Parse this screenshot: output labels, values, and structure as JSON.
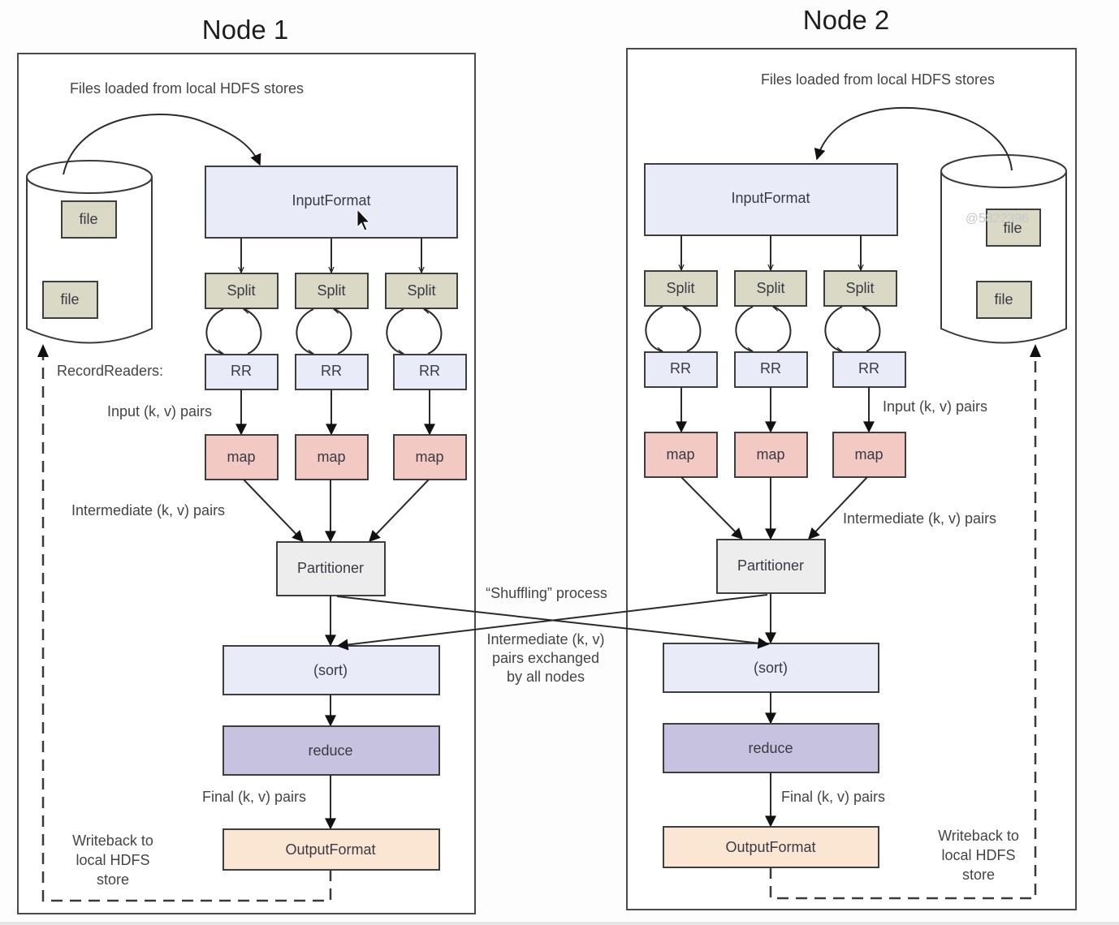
{
  "colors": {
    "input_format": "#e9ecf8",
    "split": "#d9d9c6",
    "file": "#d9d9c6",
    "record_reader": "#e9ecf8",
    "map": "#f3c9c4",
    "partitioner": "#ededed",
    "sort": "#e9ecf8",
    "reduce": "#c7c2df",
    "output_format": "#fbe6d4"
  },
  "node1": {
    "title": "Node 1",
    "files_loaded_label": "Files loaded from local HDFS stores",
    "files": [
      "file",
      "file"
    ],
    "input_format": "InputFormat",
    "splits": [
      "Split",
      "Split",
      "Split"
    ],
    "record_readers_label": "RecordReaders:",
    "record_readers": [
      "RR",
      "RR",
      "RR"
    ],
    "input_pairs_label": "Input (k, v) pairs",
    "maps": [
      "map",
      "map",
      "map"
    ],
    "intermediate_label": "Intermediate (k, v) pairs",
    "partitioner": "Partitioner",
    "sort": "(sort)",
    "reduce": "reduce",
    "final_pairs_label": "Final (k, v) pairs",
    "output_format": "OutputFormat",
    "writeback_label": [
      "Writeback to",
      "local HDFS",
      "store"
    ]
  },
  "node2": {
    "title": "Node 2",
    "files_loaded_label": "Files loaded from local HDFS stores",
    "files": [
      "file",
      "file"
    ],
    "input_format": "InputFormat",
    "splits": [
      "Split",
      "Split",
      "Split"
    ],
    "record_readers": [
      "RR",
      "RR",
      "RR"
    ],
    "input_pairs_label": "Input (k, v) pairs",
    "maps": [
      "map",
      "map",
      "map"
    ],
    "intermediate_label": "Intermediate (k, v) pairs",
    "partitioner": "Partitioner",
    "sort": "(sort)",
    "reduce": "reduce",
    "final_pairs_label": "Final (k, v) pairs",
    "output_format": "OutputFormat",
    "writeback_label": [
      "Writeback to",
      "local HDFS",
      "store"
    ]
  },
  "shuffle": {
    "title": "“Shuffling” process",
    "description": [
      "Intermediate (k, v)",
      "pairs exchanged",
      "by all nodes"
    ]
  },
  "watermark": "@5822396"
}
